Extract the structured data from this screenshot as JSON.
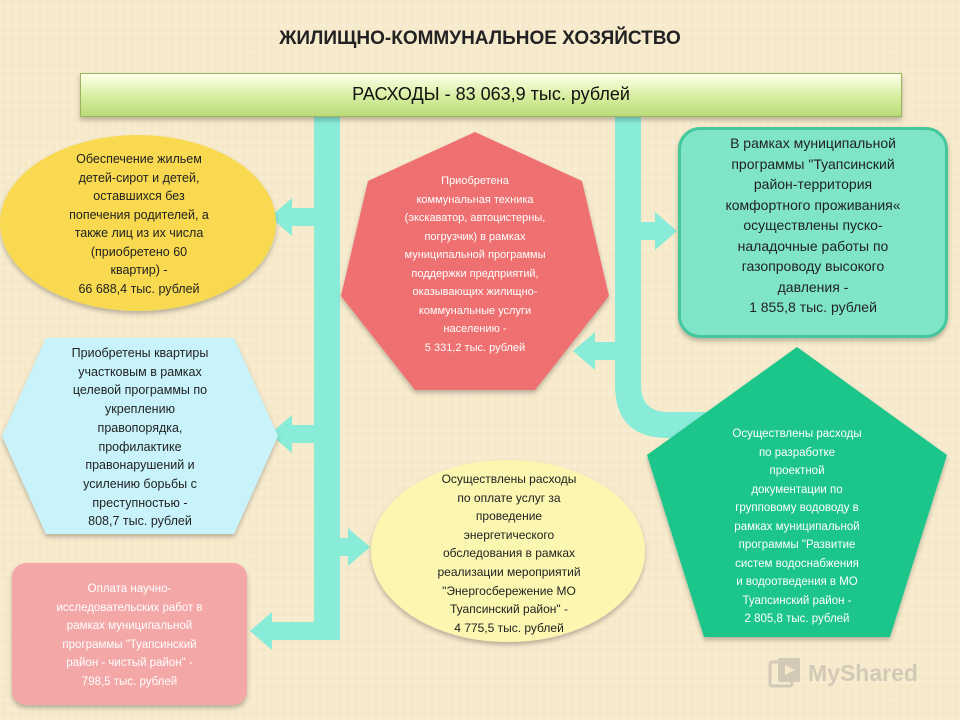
{
  "title": "ЖИЛИЩНО-КОММУНАЛЬНОЕ ХОЗЯЙСТВО",
  "header": "РАСХОДЫ - 83 063,9 тыс. рублей",
  "nodes": {
    "orphans_housing": [
      "Обеспечение жильем",
      "детей-сирот и детей,",
      "оставшихся без",
      "попечения родителей, а",
      "также лиц из их числа",
      "(приобретено 60",
      "квартир) -",
      "66 688,4 тыс. рублей"
    ],
    "municipal_equipment": [
      "Приобретена",
      "коммунальная техника",
      "(экскаватор, автоцистерны,",
      "погрузчик) в рамках",
      "муниципальной программы",
      "поддержки предприятий,",
      "оказывающих жилищно-",
      "коммунальные услуги",
      "населению -",
      "5 331,2 тыс. рублей"
    ],
    "gas_pipeline": [
      "В рамках муниципальной",
      "программы \"Туапсинский",
      "район-территория",
      "комфортного проживания«",
      "осуществлены пуско-",
      "наладочные работы по",
      "газопроводу высокого",
      "давления -",
      "1 855,8 тыс. рублей"
    ],
    "police_apartments": [
      "Приобретены квартиры",
      "участковым в рамках",
      "целевой программы по",
      "укреплению",
      "правопорядка,",
      "профилактике",
      "правонарушений и",
      "усилению борьбы с",
      "преступностью -",
      "808,7 тыс. рублей"
    ],
    "water_supply_design": [
      "Осуществлены расходы",
      "по разработке",
      "проектной",
      "документации по",
      "групповому водоводу в",
      "рамках муниципальной",
      "программы \"Развитие",
      "систем водоснабжения",
      "и водоотведения в МО",
      "Туапсинский район -",
      "2 805,8 тыс. рублей"
    ],
    "energy_audit": [
      "Осуществлены расходы",
      "по оплате услуг за",
      "проведение",
      "энергетического",
      "обследования в рамках",
      "реализации мероприятий",
      "\"Энергосбережение МО",
      "Туапсинский район\" -",
      "4 775,5 тыс. рублей"
    ],
    "research_works": [
      "Оплата научно-",
      "исследовательских работ в",
      "рамках муниципальной",
      "программы \"Туапсинский",
      "район - чистый район\" -",
      "798,5 тыс. рублей"
    ]
  },
  "watermark": "MyShared",
  "colors": {
    "connector": "#88ecd8",
    "header_fill": "#d6ee9f",
    "ellipse_yellow": "#f8d94f",
    "heptagon_pink": "#ef6f6f",
    "teal_box": "#7fe5c6",
    "hexagon_cyan": "#c8f3fb",
    "pentagon_green": "#1fc58a",
    "ellipse_light_yellow": "#fbf6b0",
    "pink_box": "#f3a7a6"
  },
  "icons": [
    "logo-icon"
  ]
}
